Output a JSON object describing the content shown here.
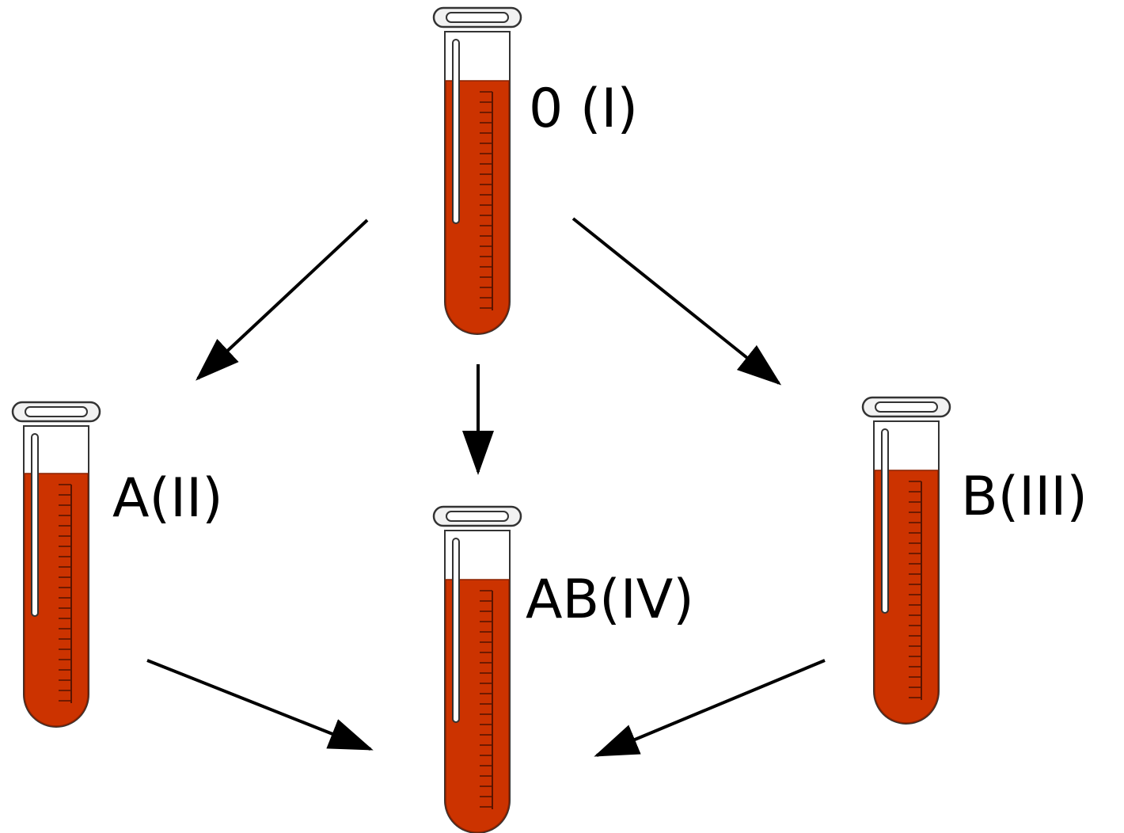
{
  "diagram": {
    "tubes": [
      {
        "id": "o",
        "label": "0 (I)"
      },
      {
        "id": "a",
        "label": "A(II)"
      },
      {
        "id": "ab",
        "label": "AB(IV)"
      },
      {
        "id": "b",
        "label": "B(III)"
      }
    ],
    "arrows": [
      {
        "from": "o",
        "to": "a"
      },
      {
        "from": "o",
        "to": "ab"
      },
      {
        "from": "o",
        "to": "b"
      },
      {
        "from": "a",
        "to": "ab"
      },
      {
        "from": "b",
        "to": "ab"
      }
    ]
  },
  "colors": {
    "blood": "#CC3300",
    "glass_outline": "#333333",
    "arrow": "#000000"
  }
}
